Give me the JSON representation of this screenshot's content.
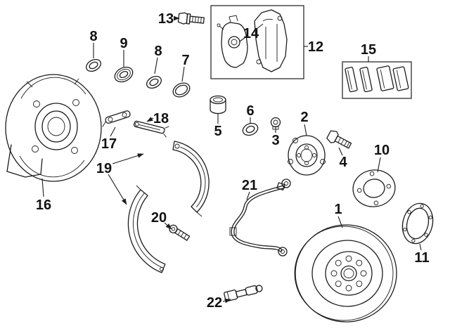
{
  "diagram": {
    "background_color": "#ffffff",
    "line_color": "#1c1c1c",
    "callouts": [
      {
        "label": "1"
      },
      {
        "label": "2"
      },
      {
        "label": "3"
      },
      {
        "label": "4"
      },
      {
        "label": "5"
      },
      {
        "label": "6"
      },
      {
        "label": "7"
      },
      {
        "label": "8"
      },
      {
        "label": "8"
      },
      {
        "label": "9"
      },
      {
        "label": "10"
      },
      {
        "label": "11"
      },
      {
        "label": "12"
      },
      {
        "label": "13"
      },
      {
        "label": "14"
      },
      {
        "label": "15"
      },
      {
        "label": "16"
      },
      {
        "label": "17"
      },
      {
        "label": "18"
      },
      {
        "label": "19"
      },
      {
        "label": "20"
      },
      {
        "label": "21"
      },
      {
        "label": "22"
      }
    ]
  }
}
